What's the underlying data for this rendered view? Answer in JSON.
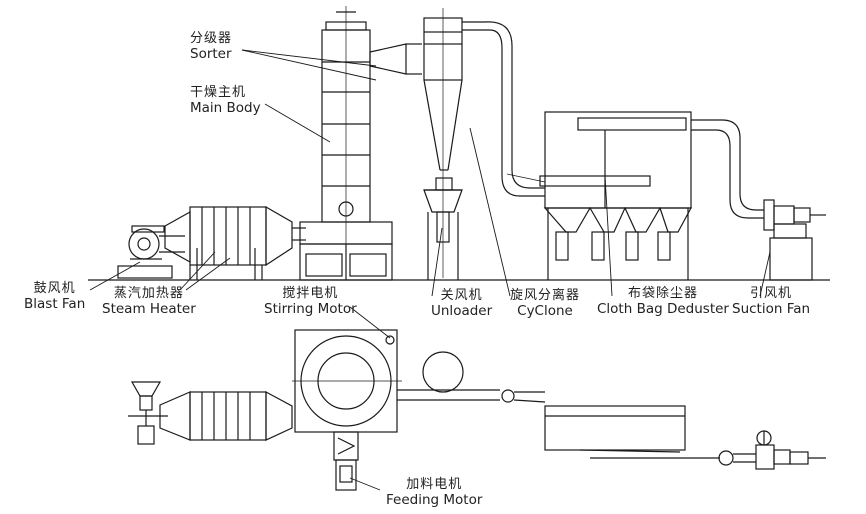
{
  "colors": {
    "line": "#1a1a1a",
    "text": "#222222",
    "background": "#ffffff"
  },
  "labels": {
    "sorter": {
      "cn": "分级器",
      "en": "Sorter"
    },
    "main_body": {
      "cn": "干燥主机",
      "en": "Main Body"
    },
    "blast_fan": {
      "cn": "鼓风机",
      "en": "Blast Fan"
    },
    "steam_heater": {
      "cn": "蒸汽加热器",
      "en": "Steam Heater"
    },
    "stirring_motor": {
      "cn": "搅拌电机",
      "en": "Stirring Motor"
    },
    "unloader": {
      "cn": "关风机",
      "en": "Unloader"
    },
    "cyclone": {
      "cn": "旋风分离器",
      "en": "CyClone"
    },
    "cloth_bag": {
      "cn": "布袋除尘器",
      "en": "Cloth Bag Deduster"
    },
    "suction_fan": {
      "cn": "引风机",
      "en": "Suction Fan"
    },
    "feeding_motor": {
      "cn": "加料电机",
      "en": "Feeding Motor"
    }
  }
}
